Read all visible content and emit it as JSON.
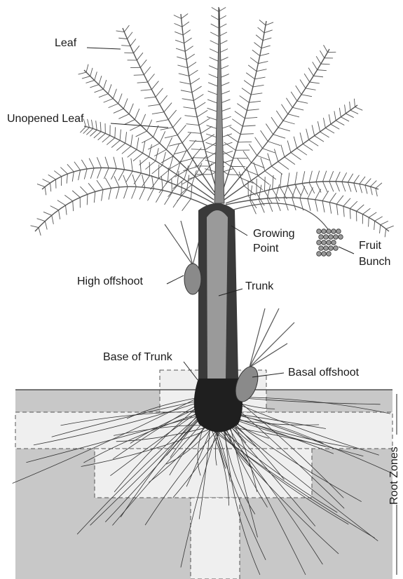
{
  "labels": {
    "leaf": "Leaf",
    "unopened_leaf": "Unopened Leaf",
    "growing_point_1": "Growing",
    "growing_point_2": "Point",
    "fruit_bunch_1": "Fruit",
    "fruit_bunch_2": "Bunch",
    "high_offshoot": "High offshoot",
    "trunk": "Trunk",
    "base_of_trunk": "Base of Trunk",
    "basal_offshoot": "Basal offshoot",
    "root_zones": "Root Zones"
  },
  "colors": {
    "soil_grey": "#c8c8c8",
    "soil_light": "#f2f2f2",
    "trunk_dark": "#3a3a3a",
    "trunk_core": "#9a9a9a",
    "root_ball": "#1f1f1f",
    "frond": "#555555"
  }
}
